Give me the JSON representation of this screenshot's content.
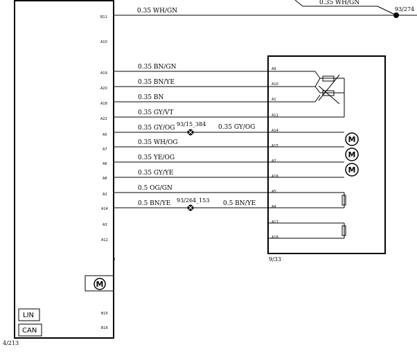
{
  "module_left": {
    "ref": "4/213",
    "pins": [
      "B11",
      "A10",
      "A19",
      "A20",
      "A18",
      "A22",
      "A5",
      "A7",
      "A6",
      "A8",
      "A2",
      "A14",
      "A3",
      "A12",
      "B15",
      "B16"
    ],
    "extra_pin": "8",
    "bus_labels": [
      "LIN",
      "CAN"
    ],
    "motor_symbol": "M"
  },
  "module_right": {
    "ref": "9/33",
    "pins": [
      "A9",
      "A10",
      "A1",
      "A11",
      "A14",
      "A15",
      "A7",
      "A16",
      "A5",
      "A4",
      "A17",
      "A18"
    ],
    "motor_symbol": "M"
  },
  "top_wire": {
    "label": "0.35 WH/GN",
    "right_label": "0.35 WH/GN",
    "right_ref": "93/274"
  },
  "wires": [
    {
      "label": "0.35 BN/GN"
    },
    {
      "label": "0.35 BN/YE"
    },
    {
      "label": "0.35 BN"
    },
    {
      "label": "0.35 GY/VT"
    },
    {
      "label": "0.35 GY/OG",
      "splice": "93/15_384",
      "right_label": "0.35 GY/OG"
    },
    {
      "label": "0.35 WH/OG"
    },
    {
      "label": "0.35 YE/OG"
    },
    {
      "label": "0.35 GY/YE"
    },
    {
      "label": "0.5 OG/GN"
    },
    {
      "label": "0.5 BN/YE",
      "splice": "93/264_153",
      "right_label": "0.5 BN/YE"
    }
  ]
}
